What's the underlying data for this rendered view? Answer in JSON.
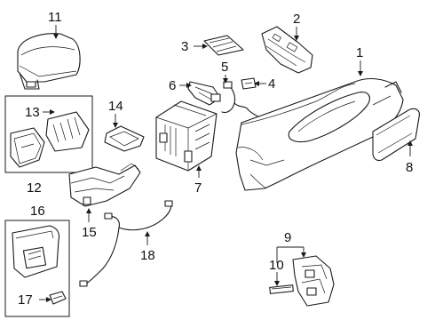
{
  "diagram": {
    "callouts": {
      "c1": "1",
      "c2": "2",
      "c3": "3",
      "c4": "4",
      "c5": "5",
      "c6": "6",
      "c7": "7",
      "c8": "8",
      "c9": "9",
      "c10": "10",
      "c11": "11",
      "c12": "12",
      "c13": "13",
      "c14": "14",
      "c15": "15",
      "c16": "16",
      "c17": "17",
      "c18": "18"
    }
  },
  "colors": {
    "line": "#1a1a1a",
    "background": "#ffffff"
  }
}
